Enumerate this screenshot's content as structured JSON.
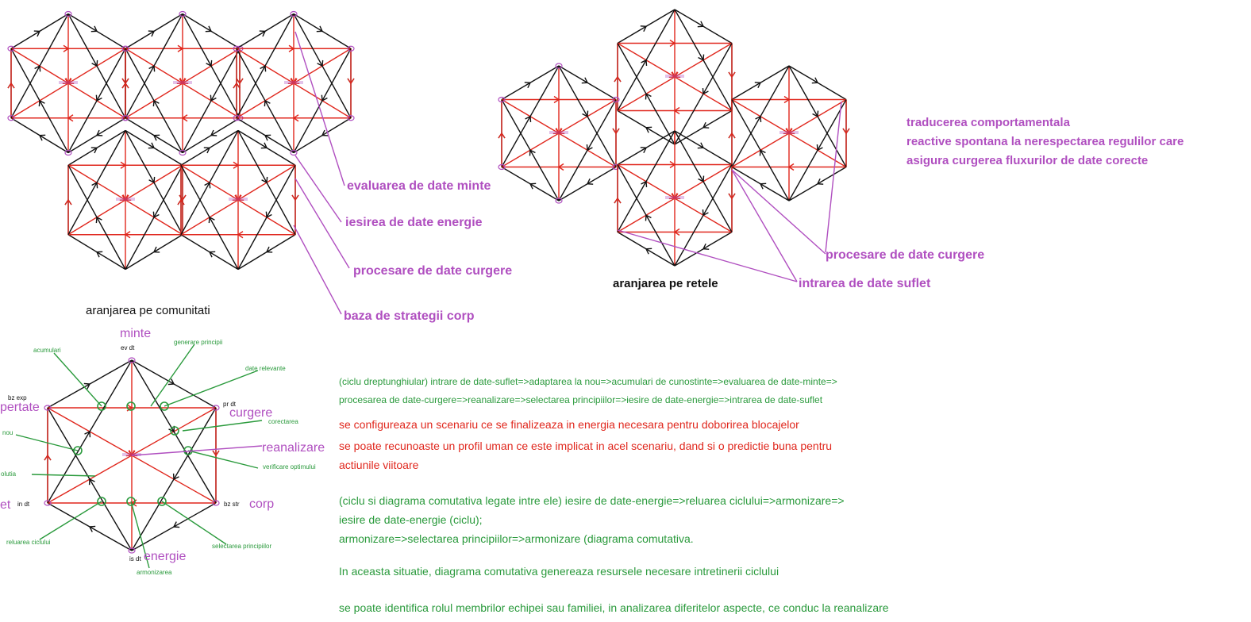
{
  "colors": {
    "red": "#e0271d",
    "black": "#111111",
    "purple": "#b04fc0",
    "green": "#2a9a3c"
  },
  "community": {
    "caption": "aranjarea pe comunitati",
    "callouts": [
      "evaluarea de date minte",
      "iesirea de date energie",
      "procesare de date curgere",
      "baza de strategii corp"
    ]
  },
  "network": {
    "caption": "aranjarea pe retele",
    "callouts": [
      "procesare de date curgere",
      "intrarea de date suflet"
    ]
  },
  "translation": {
    "lines": [
      "traducerea comportamentala",
      "reactive spontana la nerespectarea regulilor care",
      "asigura curgerea fluxurilor de date corecte"
    ]
  },
  "cycle_diagram": {
    "nodes": {
      "minte": "minte",
      "ev_dt": "ev dt",
      "bz_exp": "bz exp",
      "pertate": "pertate",
      "pr_dt": "pr dt",
      "curgere": "curgere",
      "reanalizare": "reanalizare",
      "et": "et",
      "in_dt": "in dt",
      "bz_str": "bz str",
      "corp": "corp",
      "is_dt": "is dt",
      "energie": "energie"
    },
    "annotations": {
      "acumulari": "acumulari",
      "generare_principii": "generare principii",
      "date_relevante": "date relevante",
      "corectarea": "corectarea",
      "nou": "nou",
      "verificare_optimului": "verificare optimului",
      "olutia": "olutia",
      "reluarea_ciclului": "reluarea ciclului",
      "selectarea_principiilor": "selectarea principiilor",
      "armonizarea": "armonizarea"
    }
  },
  "text_block": {
    "rect_cycle_1": "(ciclu dreptunghiular)     intrare de date-suflet=>adaptarea la nou=>acumulari de cunostinte=>evaluarea de date-minte=>",
    "rect_cycle_2": "procesarea de date-curgere=>reanalizare=>selectarea principiilor=>iesire de date-energie=>intrarea de date-suflet",
    "red_1": "se configureaza un scenariu ce se finalizeaza in energia necesara pentru doborirea blocajelor",
    "red_2": "se poate recunoaste un profil uman ce este implicat in acel scenariu, dand si o predictie buna pentru",
    "red_3": "actiunile viitoare",
    "green_1": "(ciclu si diagrama comutativa legate intre ele)  iesire de date-energie=>reluarea ciclului=>armonizare=>",
    "green_2": "iesire de date-energie (ciclu);",
    "green_3": " armonizare=>selectarea principiilor=>armonizare (diagrama comutativa.",
    "green_4": "In aceasta situatie, diagrama comutativa genereaza resursele necesare intretinerii ciclului",
    "green_5": "se poate identifica rolul membrilor echipei sau familiei, in analizarea diferitelor aspecte, ce conduc la reanalizare"
  }
}
